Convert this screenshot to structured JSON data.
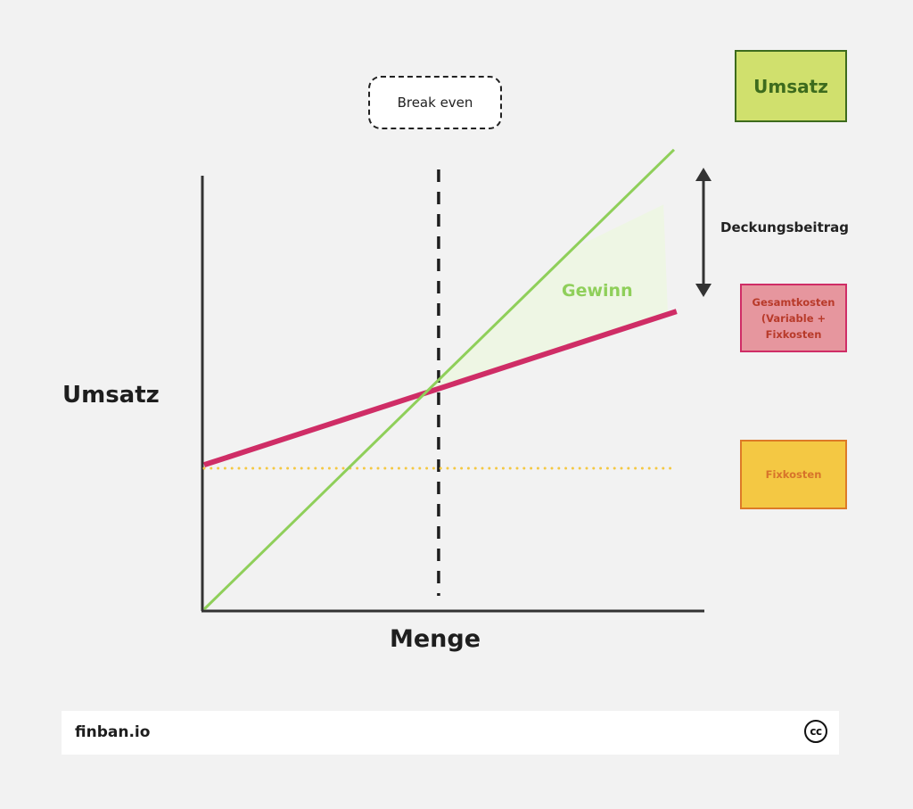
{
  "title_box": {
    "label": "Break even"
  },
  "legend": {
    "umsatz": {
      "label": "Umsatz",
      "fill": "#d0e06d",
      "border": "#3d6b1d"
    },
    "gesamtkosten": {
      "label": "Gesamtkosten (Variable + Fixkosten",
      "fill": "#e6969e",
      "border": "#cf2d66"
    },
    "fixkosten": {
      "label": "Fixkosten",
      "fill": "#f4c843",
      "border": "#dd7a27"
    }
  },
  "annotations": {
    "deckungsbeitrag": "Deckungsbeitrag",
    "gewinn": "Gewinn"
  },
  "footer": {
    "brand": "finban.io",
    "license_icon": "cc-icon",
    "license_text": "cc"
  },
  "chart_data": {
    "type": "line",
    "title": "Break even",
    "xlabel": "Menge",
    "ylabel": "Umsatz",
    "xlim": [
      0,
      100
    ],
    "ylim": [
      0,
      100
    ],
    "grid": false,
    "series": [
      {
        "name": "Umsatz",
        "color": "#8fcf5a",
        "style": "solid",
        "x": [
          0,
          93.6
        ],
        "y": [
          0,
          106
        ]
      },
      {
        "name": "Gesamtkosten",
        "color": "#cf2d66",
        "style": "solid-thick",
        "x": [
          0,
          94.1
        ],
        "y": [
          33.3,
          68.7
        ]
      },
      {
        "name": "Fixkosten",
        "color": "#f4c843",
        "style": "dotted",
        "x": [
          0,
          93
        ],
        "y": [
          32.5,
          32.5
        ]
      }
    ],
    "break_even_x": 46.7,
    "profit_area": {
      "label": "Gewinn",
      "color": "#eef6e4"
    },
    "deckungsbeitrag_range": [
      68.7,
      100
    ]
  }
}
